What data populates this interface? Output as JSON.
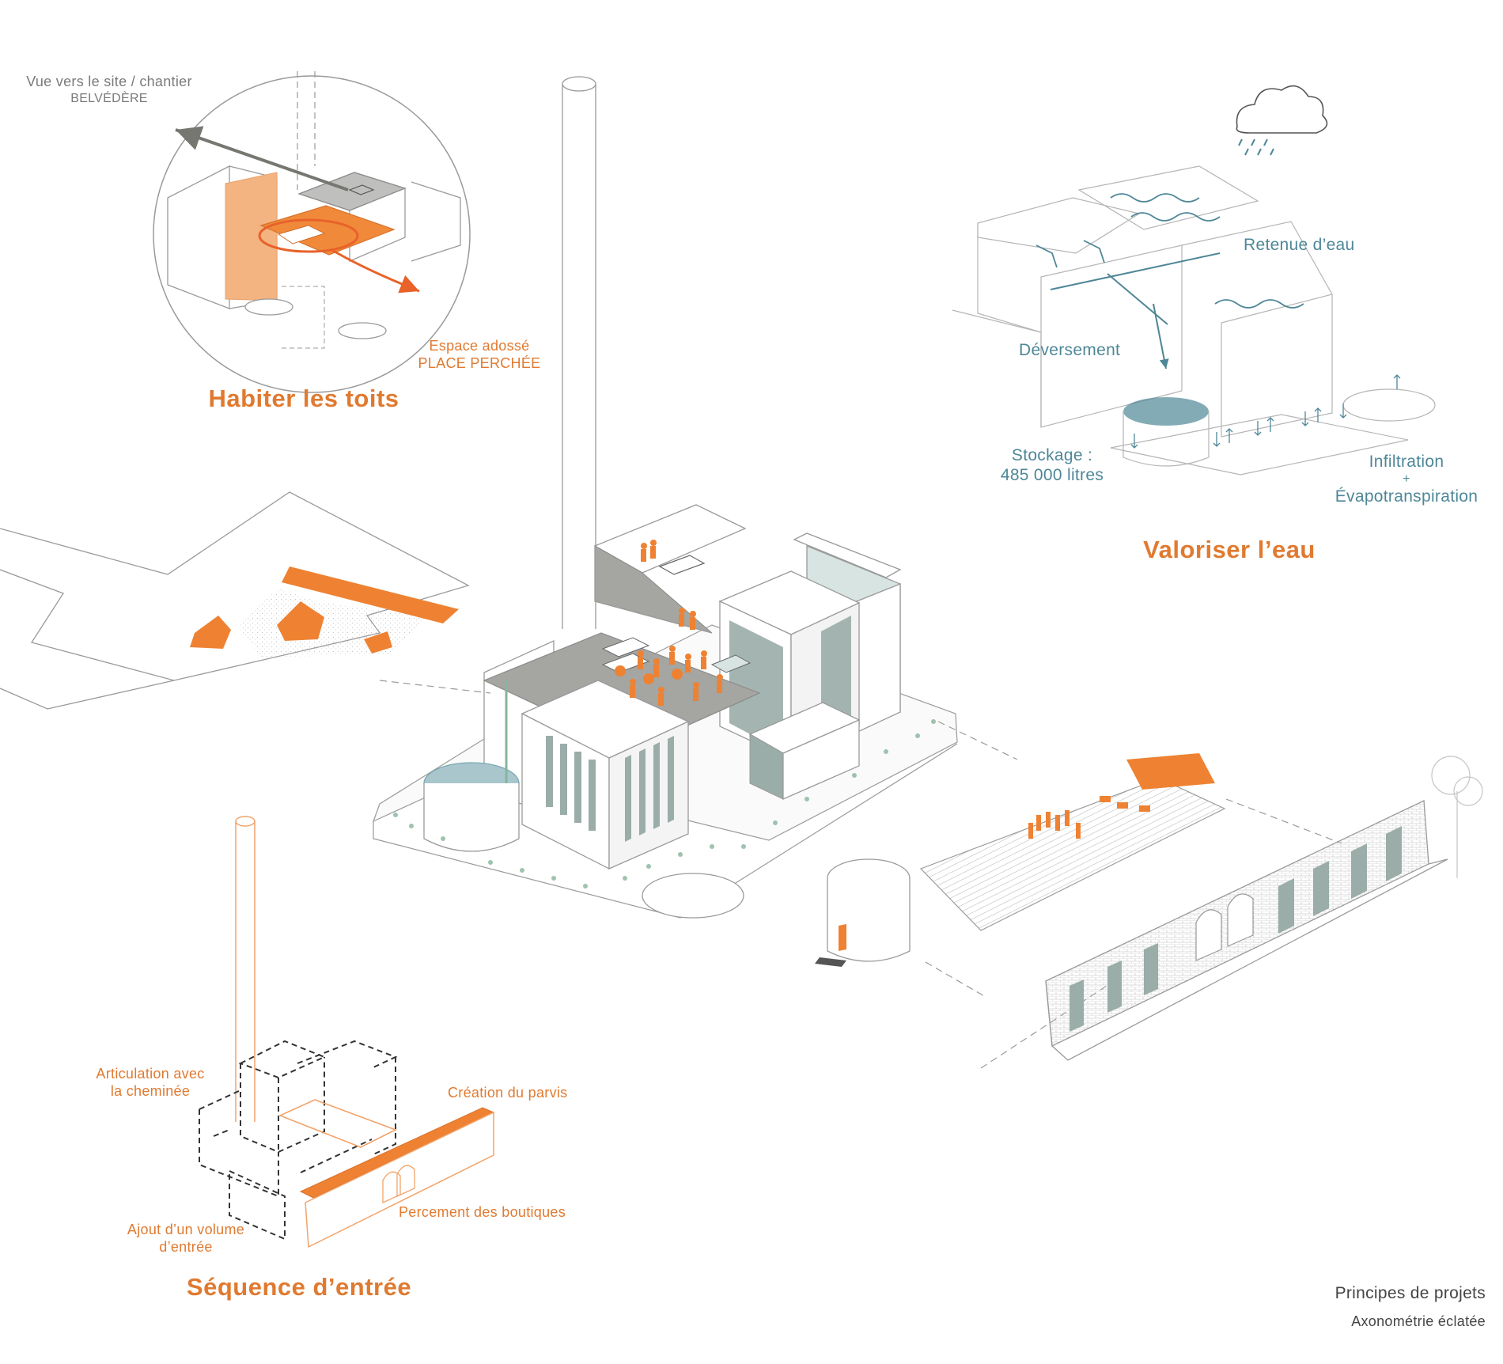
{
  "colors": {
    "orange": "#ee8232",
    "orange_light": "#f3b482",
    "teal": "#4e8797",
    "teal_fill": "#a9c6cd",
    "green": "#86b59c",
    "grey_dark": "#777771",
    "grey_mid": "#a5a5a2",
    "grey_facade": "#9aada8",
    "line": "#8f8f8f"
  },
  "roofs": {
    "belvedere_line1": "Vue vers le site / chantier",
    "belvedere_line2": "BELVÉDÈRE",
    "perched_line1": "Espace adossé",
    "perched_line2": "PLACE PERCHÉE",
    "title": "Habiter les toits"
  },
  "water": {
    "retention": "Retenue d’eau",
    "overflow": "Déversement",
    "storage_line1": "Stockage :",
    "storage_line2": "485 000 litres",
    "infiltration_line1": "Infiltration",
    "infiltration_line2": "+",
    "infiltration_line3": "Évapotranspiration",
    "title": "Valoriser l’eau"
  },
  "entrance": {
    "chimney_line1": "Articulation avec",
    "chimney_line2": "la cheminée",
    "forecourt": "Création du parvis",
    "shops": "Percement des boutiques",
    "volume_line1": "Ajout d’un volume",
    "volume_line2": "d’entrée",
    "title": "Séquence d’entrée"
  },
  "footer": {
    "title": "Principes de projets",
    "subtitle": "Axonométrie éclatée"
  }
}
